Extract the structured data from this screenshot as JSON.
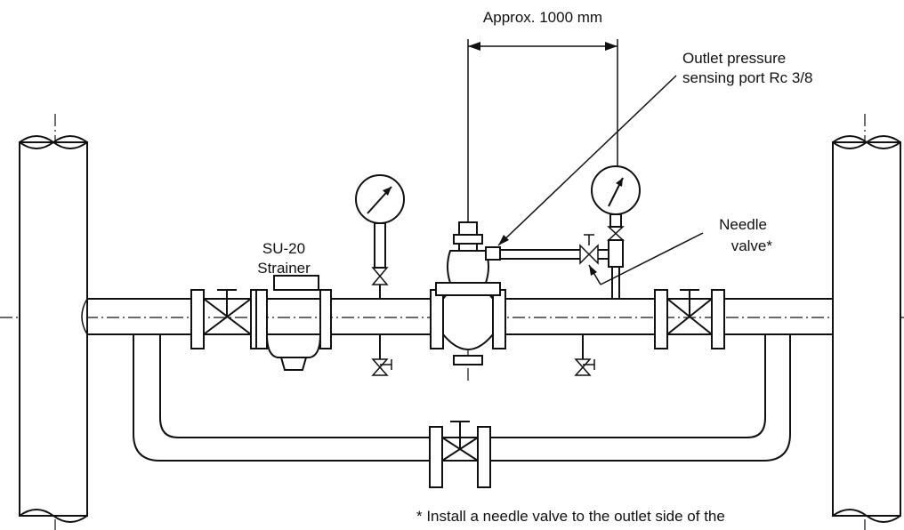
{
  "labels": {
    "dimension": "Approx. 1000 mm",
    "outlet_port_line1": "Outlet pressure",
    "outlet_port_line2": "sensing port Rc 3/8",
    "needle_line1": "Needle",
    "needle_line2": "valve*",
    "strainer_line1": "SU-20",
    "strainer_line2": "Strainer",
    "footnote": "* Install a needle valve to the outlet side of the"
  }
}
